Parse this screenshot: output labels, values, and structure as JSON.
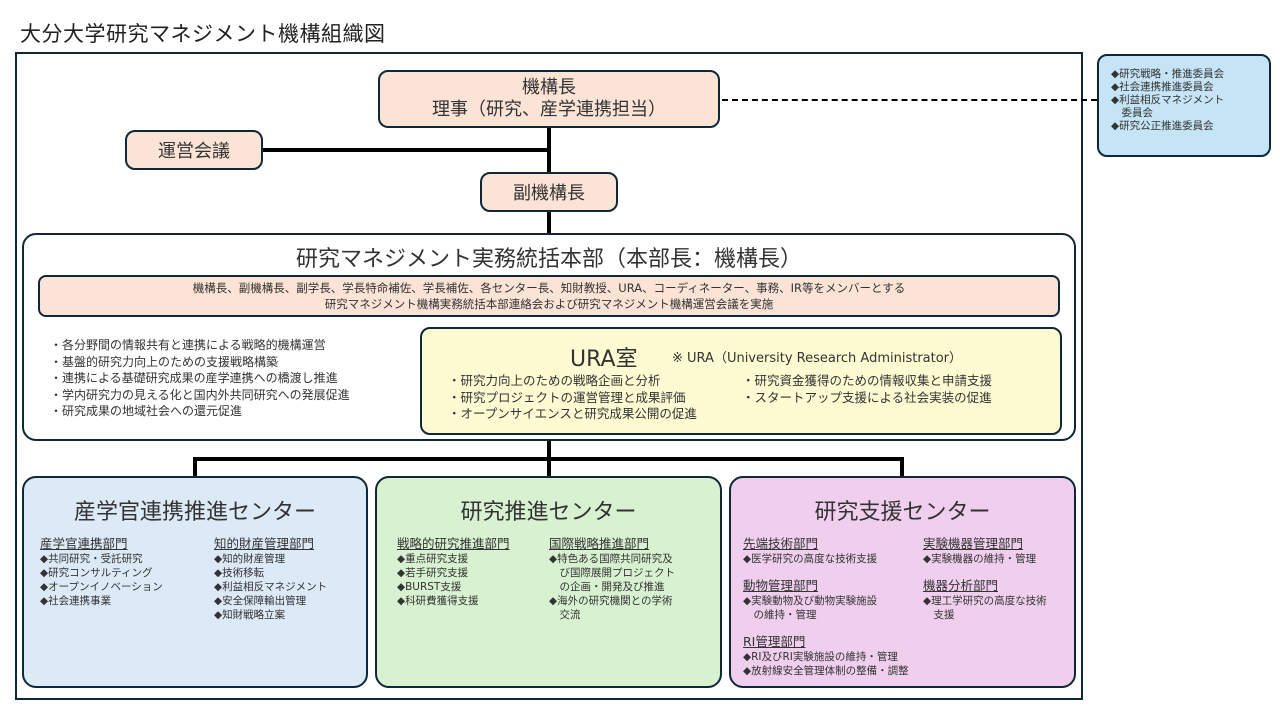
{
  "title": "大分大学研究マネジメント機構組織図",
  "head": {
    "line1": "機構長",
    "line2": "理事（研究、産学連携担当）"
  },
  "council": "運営会議",
  "vice_head": "副機構長",
  "committees": [
    "◆研究戦略・推進委員会",
    "◆社会連携推進委員会",
    "◆利益相反マネジメント",
    "　委員会",
    "◆研究公正推進委員会"
  ],
  "hq": {
    "title": "研究マネジメント実務統括本部（本部長：機構長）",
    "members_line1": "機構長、副機構長、副学長、学長特命補佐、学長補佐、各センター長、知財教授、URA、コーディネーター、事務、IR等をメンバーとする",
    "members_line2": "研究マネジメント機構実務統括本部連絡会および研究マネジメント機構運営会議を実施",
    "functions": [
      "・各分野間の情報共有と連携による戦略的機構運営",
      "・基盤的研究力向上のための支援戦略構築",
      "・連携による基礎研究成果の産学連携への橋渡し推進",
      "・学内研究力の見える化と国内外共同研究への発展促進",
      "・研究成果の地域社会への還元促進"
    ]
  },
  "ura": {
    "title": "URA室",
    "note": "※ URA（University Research Administrator）",
    "col1": [
      "・研究力向上のための戦略企画と分析",
      "・研究プロジェクトの運営管理と成果評価",
      "・オープンサイエンスと研究成果公開の促進"
    ],
    "col2": [
      "・研究資金獲得のための情報収集と申請支援",
      "・スタートアップ支援による社会実装の促進"
    ]
  },
  "centers": [
    {
      "title": "産学官連携推進センター",
      "color": "#dce9f6",
      "depts": [
        {
          "name": "産学官連携部門",
          "items": [
            "◆共同研究・受託研究",
            "◆研究コンサルティング",
            "◆オープンイノベーション",
            "◆社会連携事業"
          ]
        },
        {
          "name": "知的財産管理部門",
          "items": [
            "◆知的財産管理",
            "◆技術移転",
            "◆利益相反マネジメント",
            "◆安全保障輸出管理",
            "◆知財戦略立案"
          ]
        }
      ]
    },
    {
      "title": "研究推進センター",
      "color": "#d8f1d0",
      "depts": [
        {
          "name": "戦略的研究推進部門",
          "items": [
            "◆重点研究支援",
            "◆若手研究支援",
            "◆BURST支援",
            "◆科研費獲得支援"
          ]
        },
        {
          "name": "国際戦略推進部門",
          "items": [
            "◆特色ある国際共同研究及",
            "　び国際展開プロジェクト",
            "　の企画・開発及び推進",
            "◆海外の研究機関との学術",
            "　交流"
          ]
        }
      ]
    },
    {
      "title": "研究支援センター",
      "color": "#f0cfee",
      "depts": [
        {
          "name": "先端技術部門",
          "items": [
            "◆医学研究の高度な技術支援"
          ]
        },
        {
          "name": "実験機器管理部門",
          "items": [
            "◆実験機器の維持・管理"
          ]
        },
        {
          "name": "動物管理部門",
          "items": [
            "◆実験動物及び動物実験施設",
            "　の維持・管理"
          ]
        },
        {
          "name": "機器分析部門",
          "items": [
            "◆理工学研究の高度な技術",
            "　支援"
          ]
        },
        {
          "name": "RI管理部門",
          "items": [
            "◆RI及びRI実験施設の維持・管理",
            "◆放射線安全管理体制の整備・調整"
          ]
        }
      ]
    }
  ]
}
